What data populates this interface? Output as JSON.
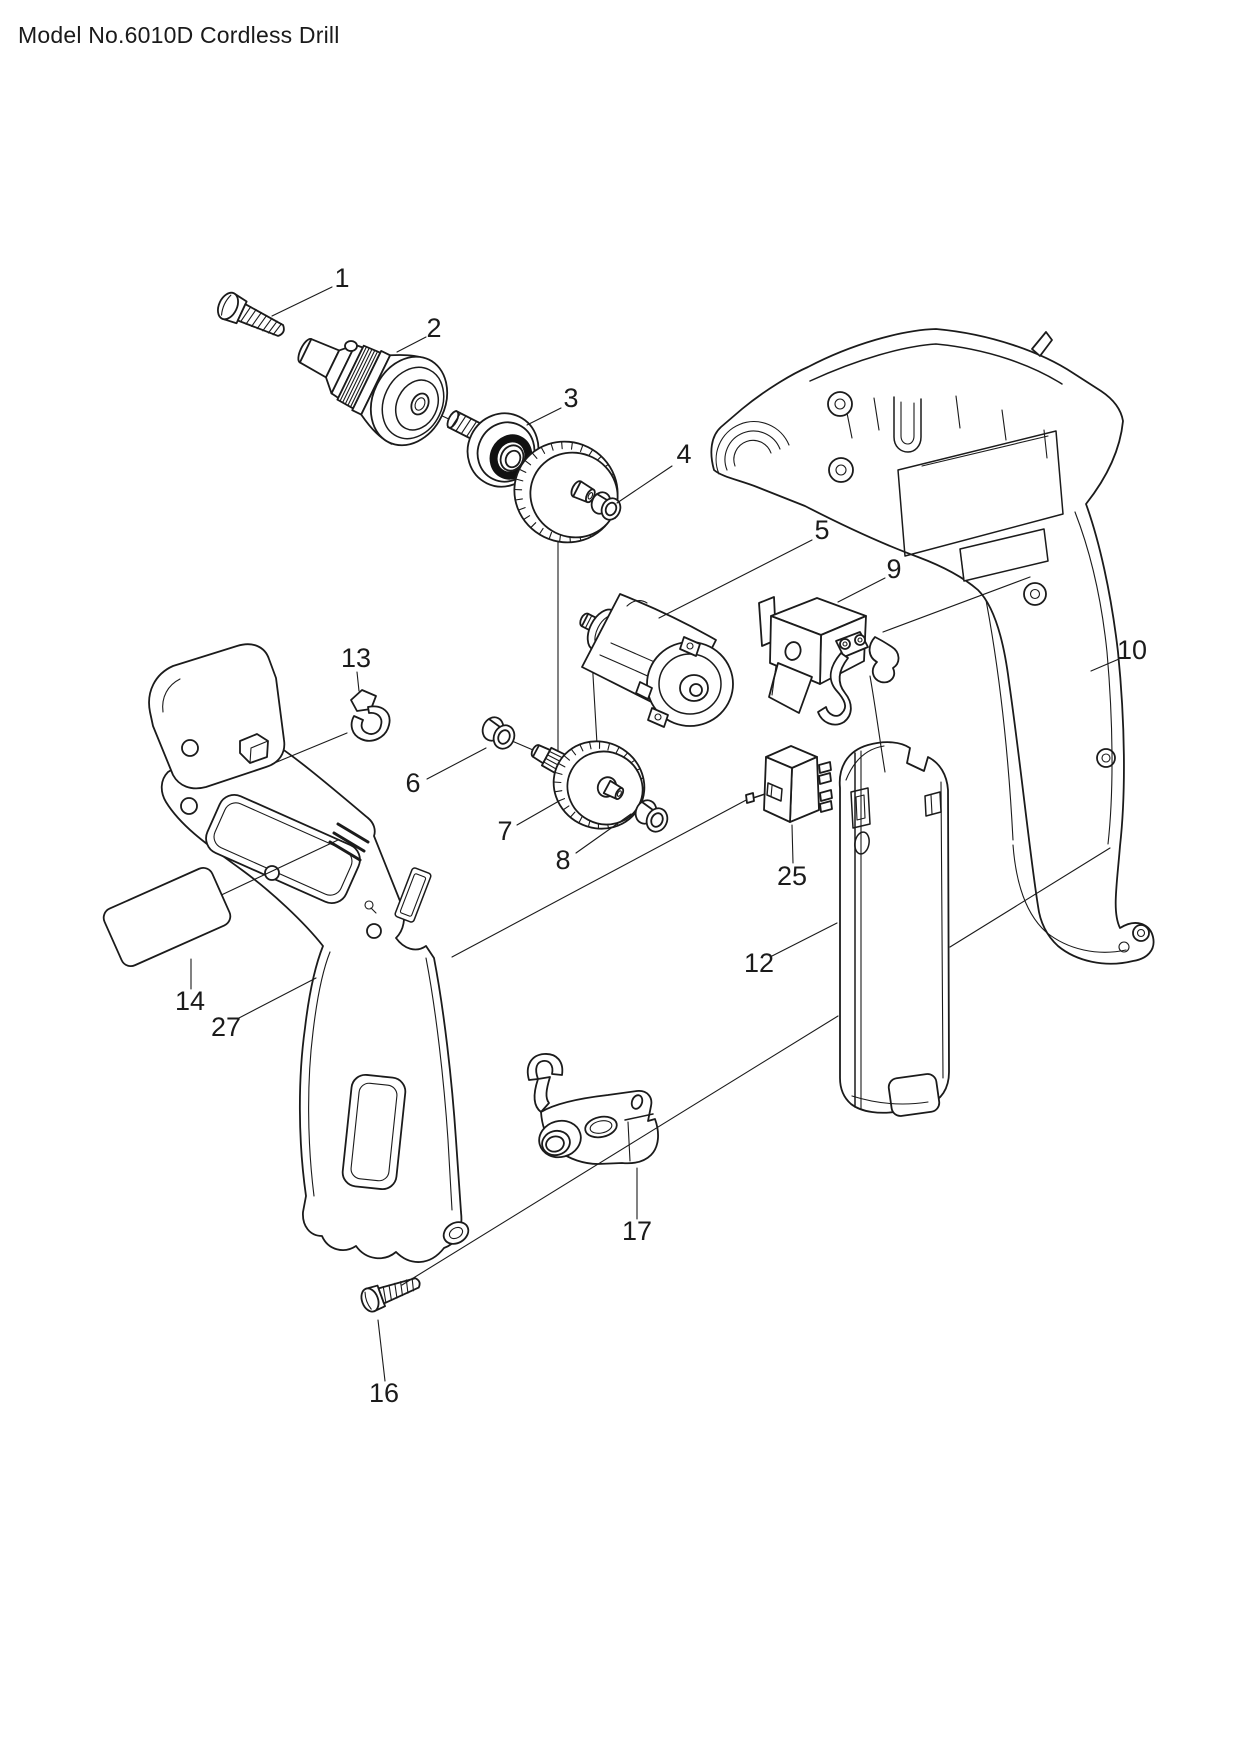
{
  "page": {
    "title": "Model No.6010D Cordless Drill"
  },
  "diagram": {
    "callouts": [
      {
        "label": "1"
      },
      {
        "label": "2"
      },
      {
        "label": "3"
      },
      {
        "label": "4"
      },
      {
        "label": "5"
      },
      {
        "label": "6"
      },
      {
        "label": "7"
      },
      {
        "label": "8"
      },
      {
        "label": "9"
      },
      {
        "label": "10"
      },
      {
        "label": "12"
      },
      {
        "label": "13"
      },
      {
        "label": "14"
      },
      {
        "label": "16"
      },
      {
        "label": "17"
      },
      {
        "label": "25"
      },
      {
        "label": "27"
      }
    ]
  }
}
